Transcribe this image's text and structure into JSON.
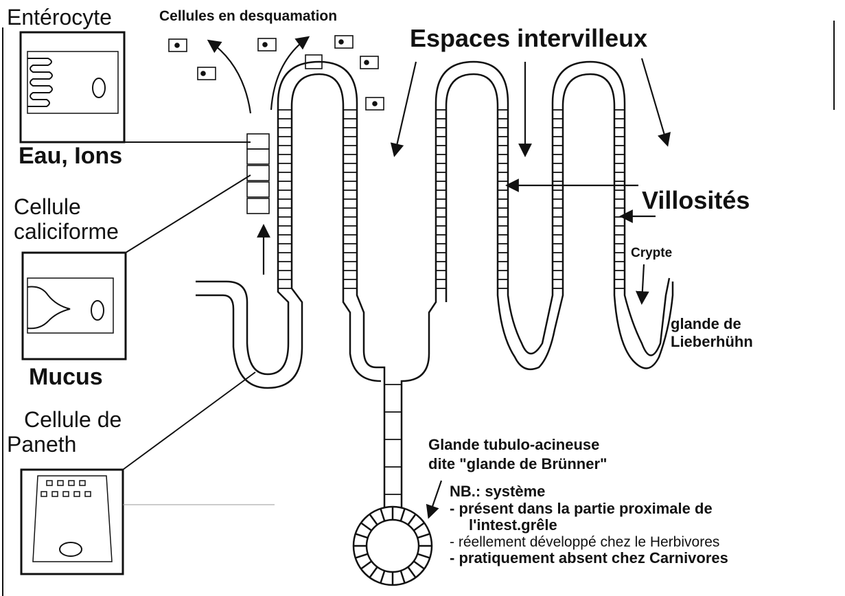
{
  "labels": {
    "enterocyte": "Entérocyte",
    "cellules_desquamation": "Cellules en desquamation",
    "espaces_intervilleux": "Espaces intervilleux",
    "eau_ions": "Eau, Ions",
    "cellule_caliciforme_line1": "Cellule",
    "cellule_caliciforme_line2": "caliciforme",
    "villosites": "Villosités",
    "crypte": "Crypte",
    "glande_lieberkuhn_line1": "glande de",
    "glande_lieberkuhn_line2": "Lieberhühn",
    "mucus": "Mucus",
    "cellule_paneth_line1": "Cellule de",
    "cellule_paneth_line2": "Paneth",
    "glande_brunner_line1": "Glande tubulo-acineuse",
    "glande_brunner_line2": "dite \"glande de Brünner\""
  },
  "note": {
    "heading": "NB.: système",
    "lines": [
      "- présent dans la partie proximale de",
      "l'intest.grêle",
      "- réellement développé chez le Herbivores",
      "- pratiquement absent chez Carnivores"
    ]
  },
  "colors": {
    "ink": "#111111",
    "background": "#ffffff"
  }
}
